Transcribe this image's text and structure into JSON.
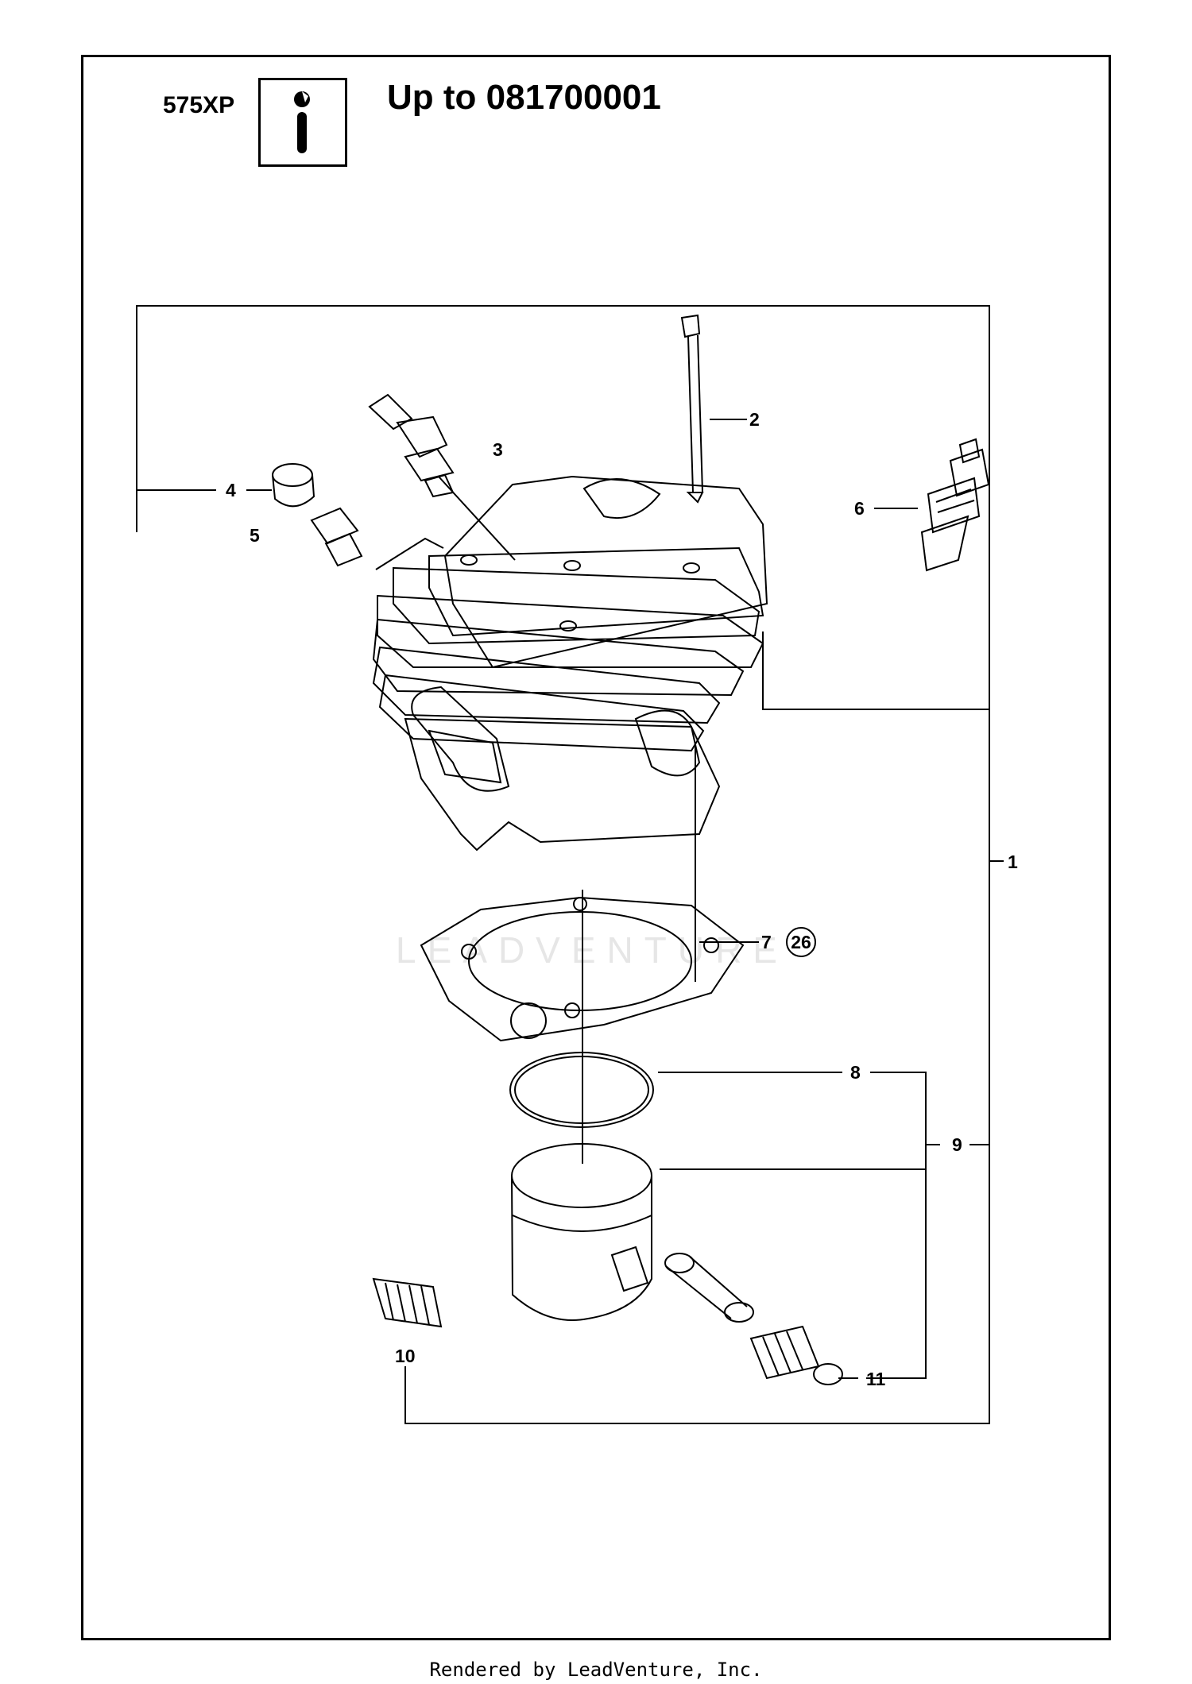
{
  "header": {
    "model": "575XP",
    "title": "Up to 081700001"
  },
  "watermark": "LEADVENTURE",
  "callouts": {
    "c1": "1",
    "c2": "2",
    "c3": "3",
    "c4": "4",
    "c5": "5",
    "c6": "6",
    "c7": "7",
    "c7_qty": "26",
    "c8": "8",
    "c9": "9",
    "c10": "10",
    "c11": "11"
  },
  "footer": "Rendered by LeadVenture, Inc.",
  "colors": {
    "ink": "#000000",
    "paper": "#ffffff",
    "watermark": "#e6e6e6"
  },
  "icons": [
    "info-icon"
  ]
}
